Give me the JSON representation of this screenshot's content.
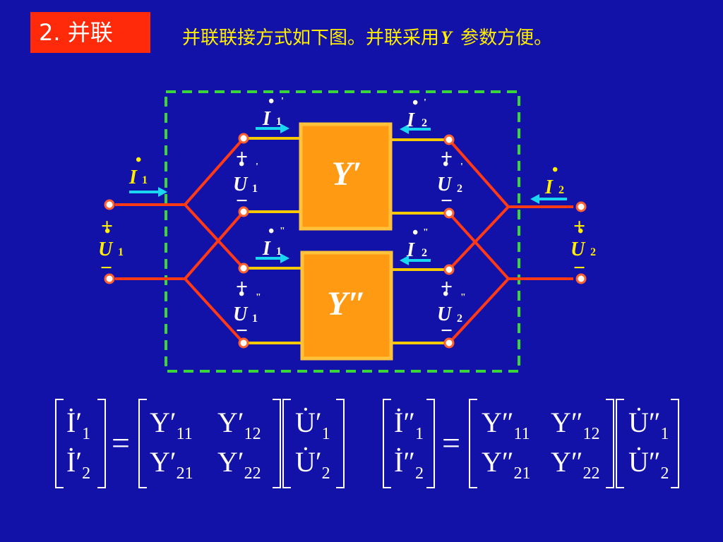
{
  "title": "2. 并联",
  "subtitle": {
    "text_before": "并联联接方式如下图。并联采用",
    "param": "Y",
    "text_after": " 参数方便。"
  },
  "diagram": {
    "colors": {
      "wire_red": "#ff3a14",
      "wire_yellow": "#f5c800",
      "box_fill": "#ff9a12",
      "box_border": "#ffc23a",
      "box_dashed": "#39d639",
      "arrow": "#19d7f0",
      "label": "#ffee00",
      "terminal_ring": "#ff6030",
      "terminal_fill": "#ffffff"
    },
    "port1": {
      "current": "I",
      "current_sub": "1",
      "voltage": "U",
      "voltage_sub": "1",
      "plus": "+",
      "minus": "−"
    },
    "port2": {
      "current": "I",
      "current_sub": "2",
      "voltage": "U",
      "voltage_sub": "2",
      "plus": "+",
      "minus": "−"
    },
    "box_top": {
      "label": "Y′",
      "i1": "I",
      "i1_sub": "1",
      "i1_mark": "'",
      "i2": "I",
      "i2_sub": "2",
      "i2_mark": "'",
      "u1": "U",
      "u1_sub": "1",
      "u1_mark": "'",
      "u2": "U",
      "u2_sub": "2",
      "u2_mark": "'",
      "plus": "+",
      "minus": "−"
    },
    "box_bottom": {
      "label": "Y″",
      "i1": "I",
      "i1_sub": "1",
      "i1_mark": "\"",
      "i2": "I",
      "i2_sub": "2",
      "i2_mark": "\"",
      "u1": "U",
      "u1_sub": "1",
      "u1_mark": "\"",
      "u2": "U",
      "u2_sub": "2",
      "u2_mark": "\"",
      "plus": "+",
      "minus": "−"
    }
  },
  "equations": [
    {
      "lhs": [
        {
          "sym": "İ′",
          "sub": "1"
        },
        {
          "sym": "İ′",
          "sub": "2"
        }
      ],
      "equals": "=",
      "matrix": [
        [
          {
            "sym": "Y′",
            "sub": "11"
          },
          {
            "sym": "Y′",
            "sub": "12"
          }
        ],
        [
          {
            "sym": "Y′",
            "sub": "21"
          },
          {
            "sym": "Y′",
            "sub": "22"
          }
        ]
      ],
      "rhs": [
        {
          "sym": "U̇′",
          "sub": "1"
        },
        {
          "sym": "U̇′",
          "sub": "2"
        }
      ]
    },
    {
      "lhs": [
        {
          "sym": "İ″",
          "sub": "1"
        },
        {
          "sym": "İ″",
          "sub": "2"
        }
      ],
      "equals": "=",
      "matrix": [
        [
          {
            "sym": "Y″",
            "sub": "11"
          },
          {
            "sym": "Y″",
            "sub": "12"
          }
        ],
        [
          {
            "sym": "Y″",
            "sub": "21"
          },
          {
            "sym": "Y″",
            "sub": "22"
          }
        ]
      ],
      "rhs": [
        {
          "sym": "U̇″",
          "sub": "1"
        },
        {
          "sym": "U̇″",
          "sub": "2"
        }
      ]
    }
  ]
}
